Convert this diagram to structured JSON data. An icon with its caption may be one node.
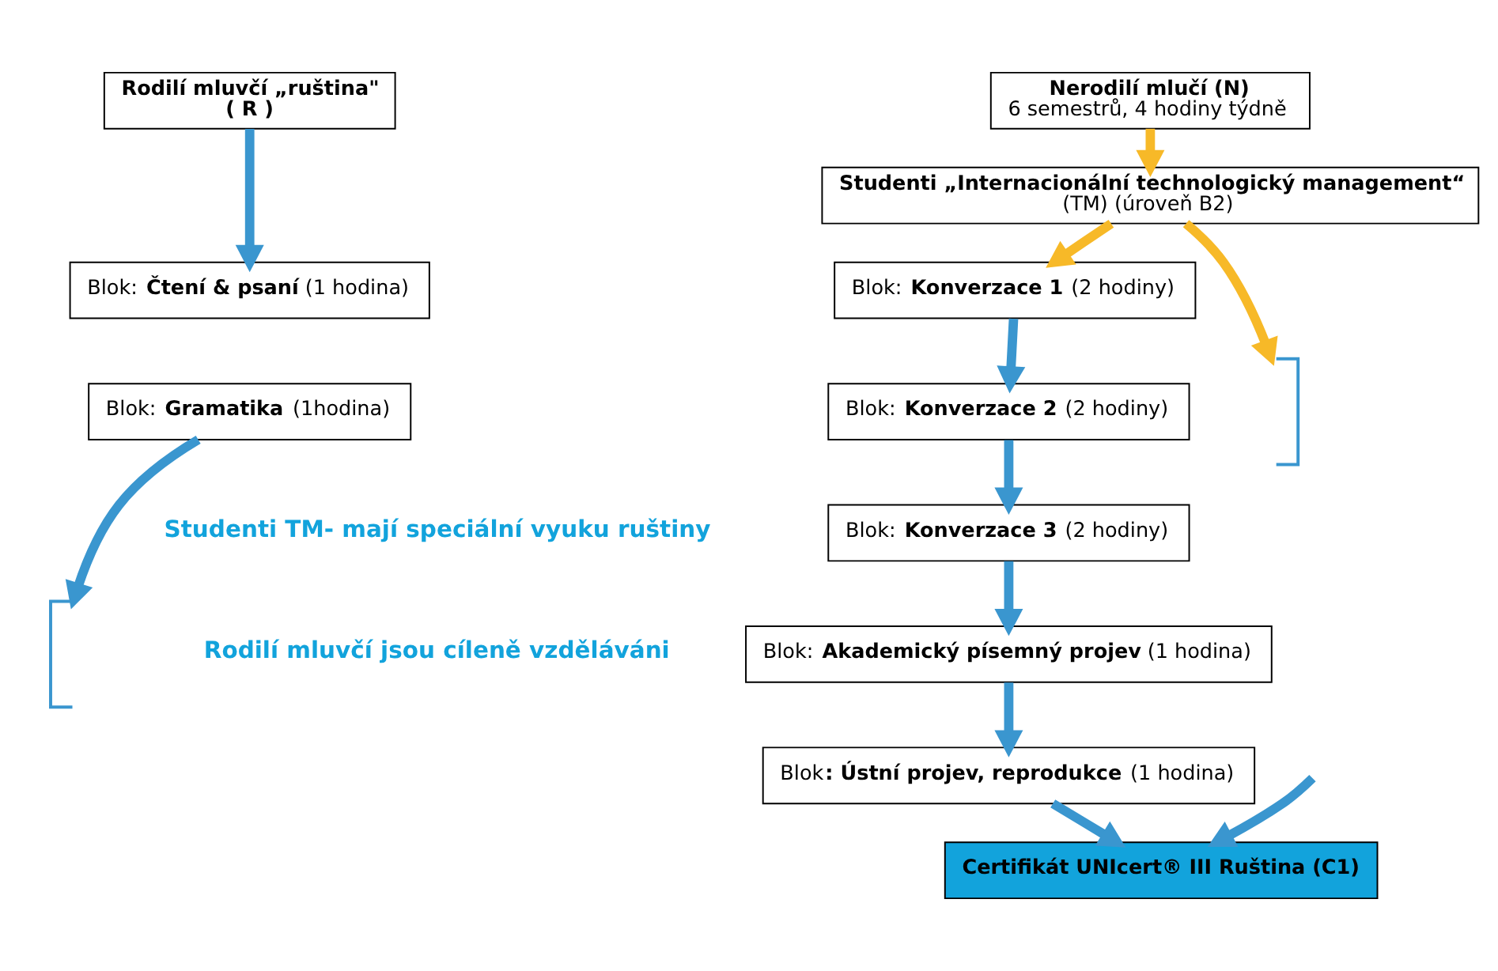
{
  "diagram": {
    "nodes": [
      {
        "text": [
          "Rodilí mluvčí „ruština\"",
          "( R )"
        ]
      },
      {
        "text": [
          "Nerodilí mlučí (N)",
          "6 semestrů, 4 hodiny týdně"
        ]
      },
      {
        "text": [
          "Studenti „Internacionální technologický management“",
          "(TM) (úroveň B2)"
        ]
      },
      {
        "text": [
          "Blok: **Čtení & psaní** (1 hodina)"
        ]
      },
      {
        "text": [
          "Blok: **Gramatika** (1hodina)"
        ]
      },
      {
        "text": [
          "Blok: **Konverzace 1** (2 hodiny)"
        ]
      },
      {
        "text": [
          "Blok: **Konverzace 2** (2 hodiny)"
        ]
      },
      {
        "text": [
          "Blok: **Konverzace 3** (2 hodiny)"
        ]
      },
      {
        "text": [
          "Blok: **Akademický písemný projev** (1 hodina)"
        ]
      },
      {
        "text": [
          "Blok**: Ústní projev, reprodukce** (1 hodina)"
        ]
      },
      {
        "text": [
          "Certifikát UNIcert® III Ruština (C1)"
        ]
      },
      {
        "text": [],
        "shape": "bracket"
      },
      {
        "text": [],
        "shape": "bracket"
      }
    ],
    "edges": [
      {
        "from": 0,
        "to": 3,
        "arrow": "to"
      },
      {
        "from": 1,
        "to": 2,
        "arrow": "to",
        "color": "#f7b928"
      },
      {
        "from": 2,
        "to": 11,
        "arrow": "to",
        "color": "#f7b928"
      },
      {
        "from": 2,
        "to": 5,
        "arrow": "to",
        "color": "#f7b928"
      },
      {
        "from": 5,
        "to": 6,
        "arrow": "to"
      },
      {
        "from": 6,
        "to": 7,
        "arrow": "to"
      },
      {
        "from": 4,
        "to": 12,
        "arrow": "to"
      },
      {
        "from": 7,
        "to": 8,
        "arrow": "to"
      },
      {
        "from": 8,
        "to": 9,
        "arrow": "to"
      },
      {
        "from": 9,
        "to": 10,
        "arrow": "to"
      },
      {
        "from": null,
        "to": 10,
        "arrow": "to"
      }
    ],
    "labels": [
      "Studenti TM- mají speciální vyuku ruštiny",
      "Rodilí mluvčí jsou cíleně vzděláváni"
    ]
  }
}
